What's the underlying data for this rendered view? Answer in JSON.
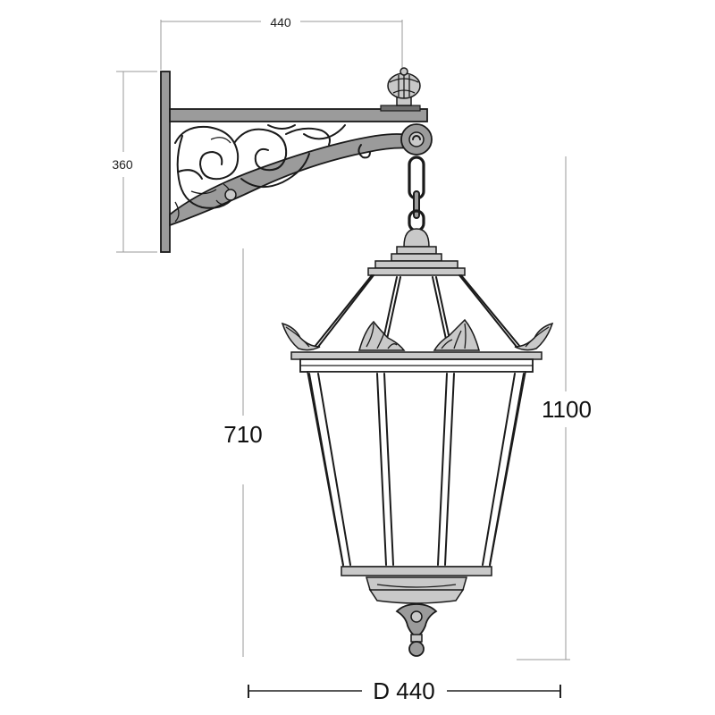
{
  "dimensions": {
    "bracket_width": "440",
    "bracket_height": "360",
    "lantern_height": "710",
    "total_height": "1100",
    "diameter": "D 440"
  },
  "colors": {
    "ink": "#1a1a1a",
    "metal": "#9b9b9b",
    "dimension_line": "#9a9a9a"
  }
}
